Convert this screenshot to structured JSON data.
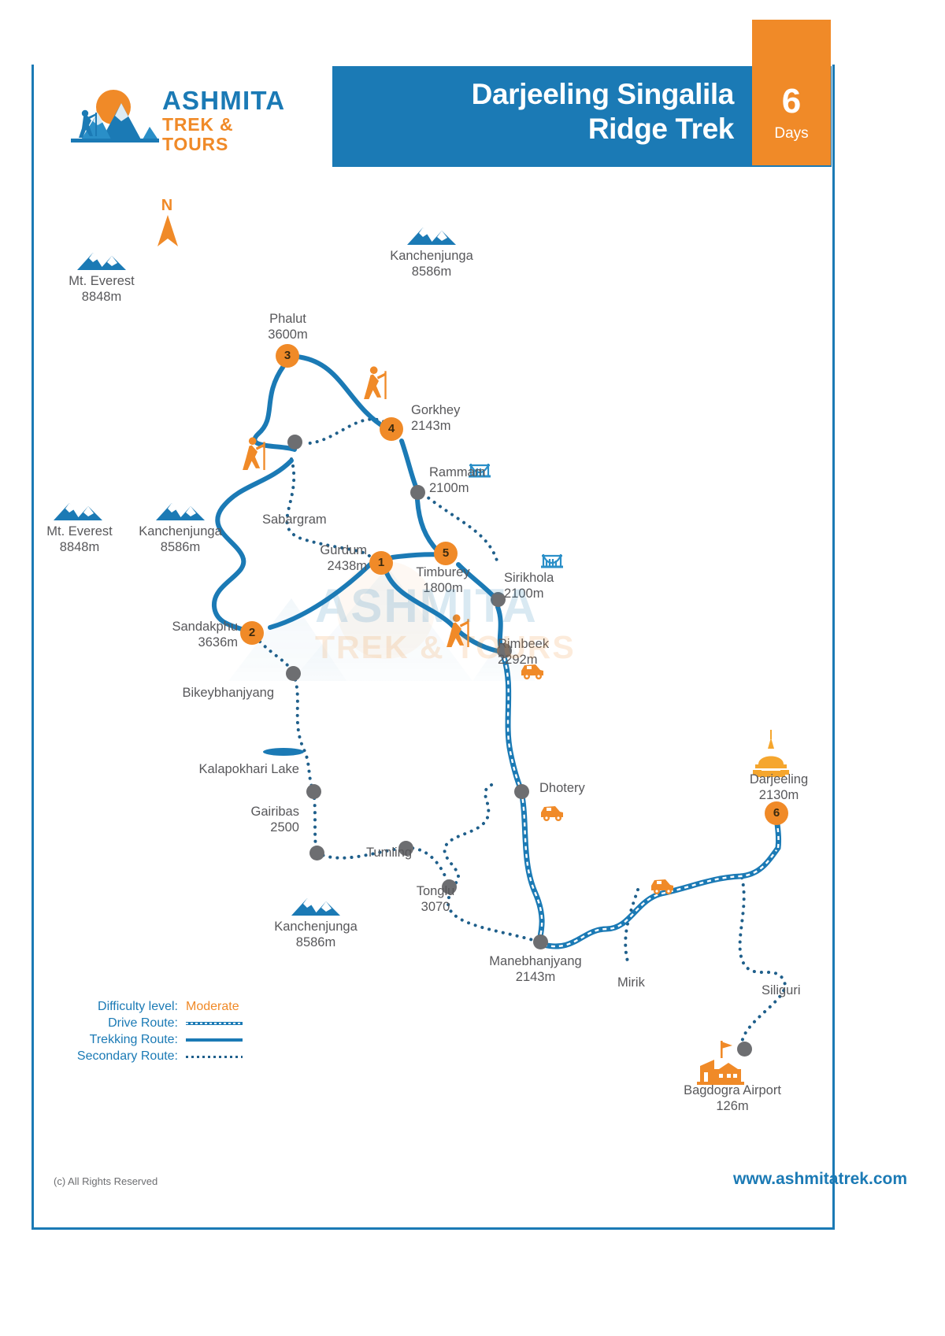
{
  "brand": {
    "name_primary": "ASHMITA",
    "name_secondary": "TREK & TOURS",
    "logo_icon": "mountain-sun-hiker-icon",
    "watermark_primary": "ASHMITA",
    "watermark_secondary": "TREK & TOURS"
  },
  "header": {
    "title_line1": "Darjeeling Singalila",
    "title_line2": "Ridge Trek",
    "duration_number": "6",
    "duration_unit": "Days",
    "bar_color": "#1b7ab5",
    "badge_color": "#f08a28"
  },
  "compass": {
    "label": "N",
    "icon": "north-arrow-icon"
  },
  "map": {
    "peaks": [
      {
        "name": "Mt. Everest",
        "elevation": "8848m",
        "icon": "mountain-icon"
      },
      {
        "name": "Kanchenjunga",
        "elevation": "8586m",
        "icon": "mountain-icon"
      },
      {
        "name": "Mt. Everest",
        "elevation": "8848m",
        "icon": "mountain-icon"
      },
      {
        "name": "Kanchenjunga",
        "elevation": "8586m",
        "icon": "mountain-icon"
      },
      {
        "name": "Kanchenjunga",
        "elevation": "8586m",
        "icon": "mountain-icon"
      }
    ],
    "numbered_stops": [
      {
        "number": "1",
        "name": "Gurdum",
        "elevation": "2438m"
      },
      {
        "number": "2",
        "name": "Sandakphu",
        "elevation": "3636m"
      },
      {
        "number": "3",
        "name": "Phalut",
        "elevation": "3600m"
      },
      {
        "number": "4",
        "name": "Gorkhey",
        "elevation": "2143m"
      },
      {
        "number": "5",
        "name": "Timburey",
        "elevation": "1800m"
      },
      {
        "number": "6",
        "name": "Darjeeling",
        "elevation": "2130m"
      }
    ],
    "waypoints": [
      {
        "name": "Sabargram",
        "elevation": ""
      },
      {
        "name": "Rammam",
        "elevation": "2100m",
        "icon": "bridge-icon"
      },
      {
        "name": "Sirikhola",
        "elevation": "2100m",
        "icon": "bridge-icon"
      },
      {
        "name": "Rimbeek",
        "elevation": "2292m"
      },
      {
        "name": "Bikeybhanjyang",
        "elevation": ""
      },
      {
        "name": "Kalapokhari Lake",
        "elevation": "",
        "icon": "lake-icon"
      },
      {
        "name": "Gairibas",
        "elevation": "2500"
      },
      {
        "name": "Tumling",
        "elevation": ""
      },
      {
        "name": "Tonglu",
        "elevation": "3070"
      },
      {
        "name": "Dhotery",
        "elevation": ""
      },
      {
        "name": "Manebhanjyang",
        "elevation": "2143m"
      },
      {
        "name": "Mirik",
        "elevation": ""
      },
      {
        "name": "Siliguri",
        "elevation": ""
      },
      {
        "name": "Bagdogra Airport",
        "elevation": "126m",
        "icon": "airport-icon"
      }
    ],
    "icons": [
      "trekker-icon",
      "trekker-icon",
      "trekker-icon",
      "jeep-icon",
      "jeep-icon",
      "jeep-icon",
      "stupa-icon",
      "airport-icon"
    ]
  },
  "legend": {
    "difficulty_key": "Difficulty level:",
    "difficulty_value": "Moderate",
    "drive_key": "Drive Route:",
    "trek_key": "Trekking Route:",
    "secondary_key": "Secondary Route:",
    "route_color": "#1b7ab5"
  },
  "footer": {
    "copyright": "(c) All Rights Reserved",
    "website": "www.ashmitatrek.com"
  }
}
